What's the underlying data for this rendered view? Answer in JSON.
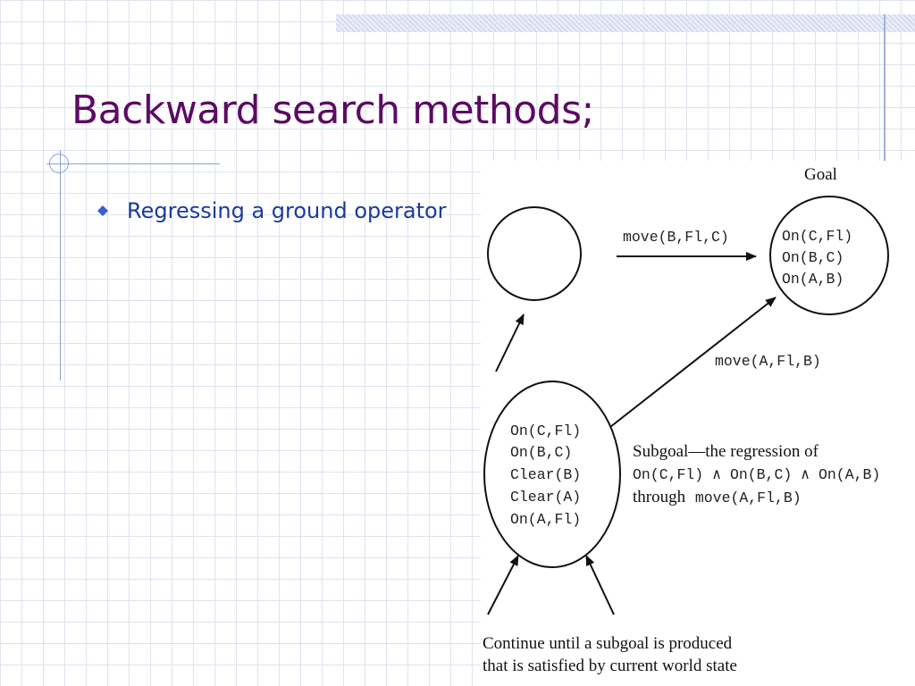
{
  "slide": {
    "title": "Backward search methods;",
    "bullet": "Regressing a ground operator"
  },
  "diagram": {
    "goal_label": "Goal",
    "goal_conditions": [
      "On(C,Fl)",
      "On(B,C)",
      "On(A,B)"
    ],
    "edge_label_top": "move(B,Fl,C)",
    "edge_label_diag": "move(A,Fl,B)",
    "subgoal_conditions": [
      "On(C,Fl)",
      "On(B,C)",
      "Clear(B)",
      "Clear(A)",
      "On(A,Fl)"
    ],
    "subgoal_caption": {
      "line1": "Subgoal—the regression of",
      "line2": "On(C,Fl) ∧ On(B,C) ∧ On(A,B)",
      "line3_prefix": "through ",
      "line3_code": "move(A,Fl,B)"
    },
    "footer": {
      "line1": "Continue until a subgoal is produced",
      "line2": "that is satisfied by current world state"
    }
  },
  "colors": {
    "title": "#5c0a64",
    "bullet_text": "#1b3a9a",
    "bullet_marker": "#3a5fd0",
    "accent_lines": "#8a9fd4",
    "grid": "#dfe3ef"
  }
}
